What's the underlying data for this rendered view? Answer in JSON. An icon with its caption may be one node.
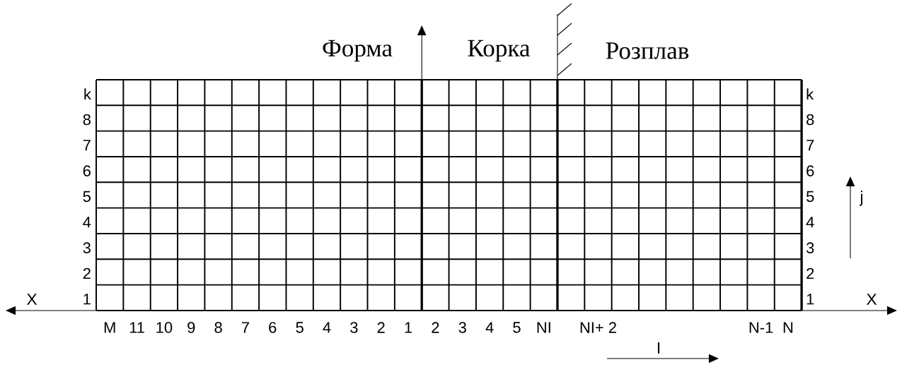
{
  "diagram": {
    "labels": [
      "Форма",
      "Корка",
      "Розплав",
      "k",
      "k",
      "8",
      "8",
      "7",
      "7",
      "6",
      "6",
      "5",
      "5",
      "j",
      "4",
      "4",
      "3",
      "3",
      "2",
      "2",
      "X",
      "1",
      "1",
      "X",
      "M",
      "11",
      "10",
      "9",
      "8",
      "7",
      "6",
      "5",
      "4",
      "3",
      "2",
      "1",
      "2",
      "3",
      "4",
      "5",
      "NI",
      "NI+ 2",
      "N-1",
      "N",
      "I"
    ]
  }
}
